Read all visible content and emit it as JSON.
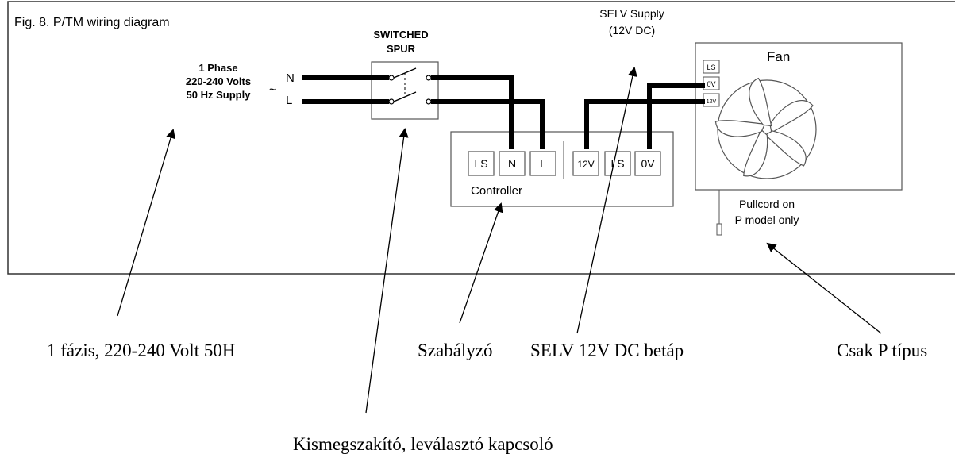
{
  "figure": {
    "caption": "Fig. 8. P/TM wiring diagram"
  },
  "supply": {
    "line1": "1 Phase",
    "line2": "220-240 Volts",
    "line3": "50 Hz Supply",
    "tilde": "~",
    "n_label": "N",
    "l_label": "L"
  },
  "spur": {
    "line1": "SWITCHED",
    "line2": "SPUR"
  },
  "selv": {
    "line1": "SELV Supply",
    "line2": "(12V DC)"
  },
  "controller": {
    "label": "Controller",
    "terminals": [
      "LS",
      "N",
      "L",
      "12V",
      "LS",
      "0V"
    ]
  },
  "fan": {
    "label": "Fan",
    "terminals": [
      "LS",
      "0V",
      "12V"
    ],
    "note_line1": "Pullcord on",
    "note_line2": "P model only"
  },
  "annotations": {
    "supply_hu": "1 fázis, 220-240 Volt 50H",
    "controller_hu": "Szabályzó",
    "selv_hu": "SELV 12V DC betáp",
    "fan_hu": "Csak P típus",
    "spur_hu": "Kismegszakító, leválasztó kapcsoló"
  },
  "colors": {
    "wire": "#000000",
    "outline": "#555555",
    "text": "#000000",
    "background": "#ffffff"
  }
}
